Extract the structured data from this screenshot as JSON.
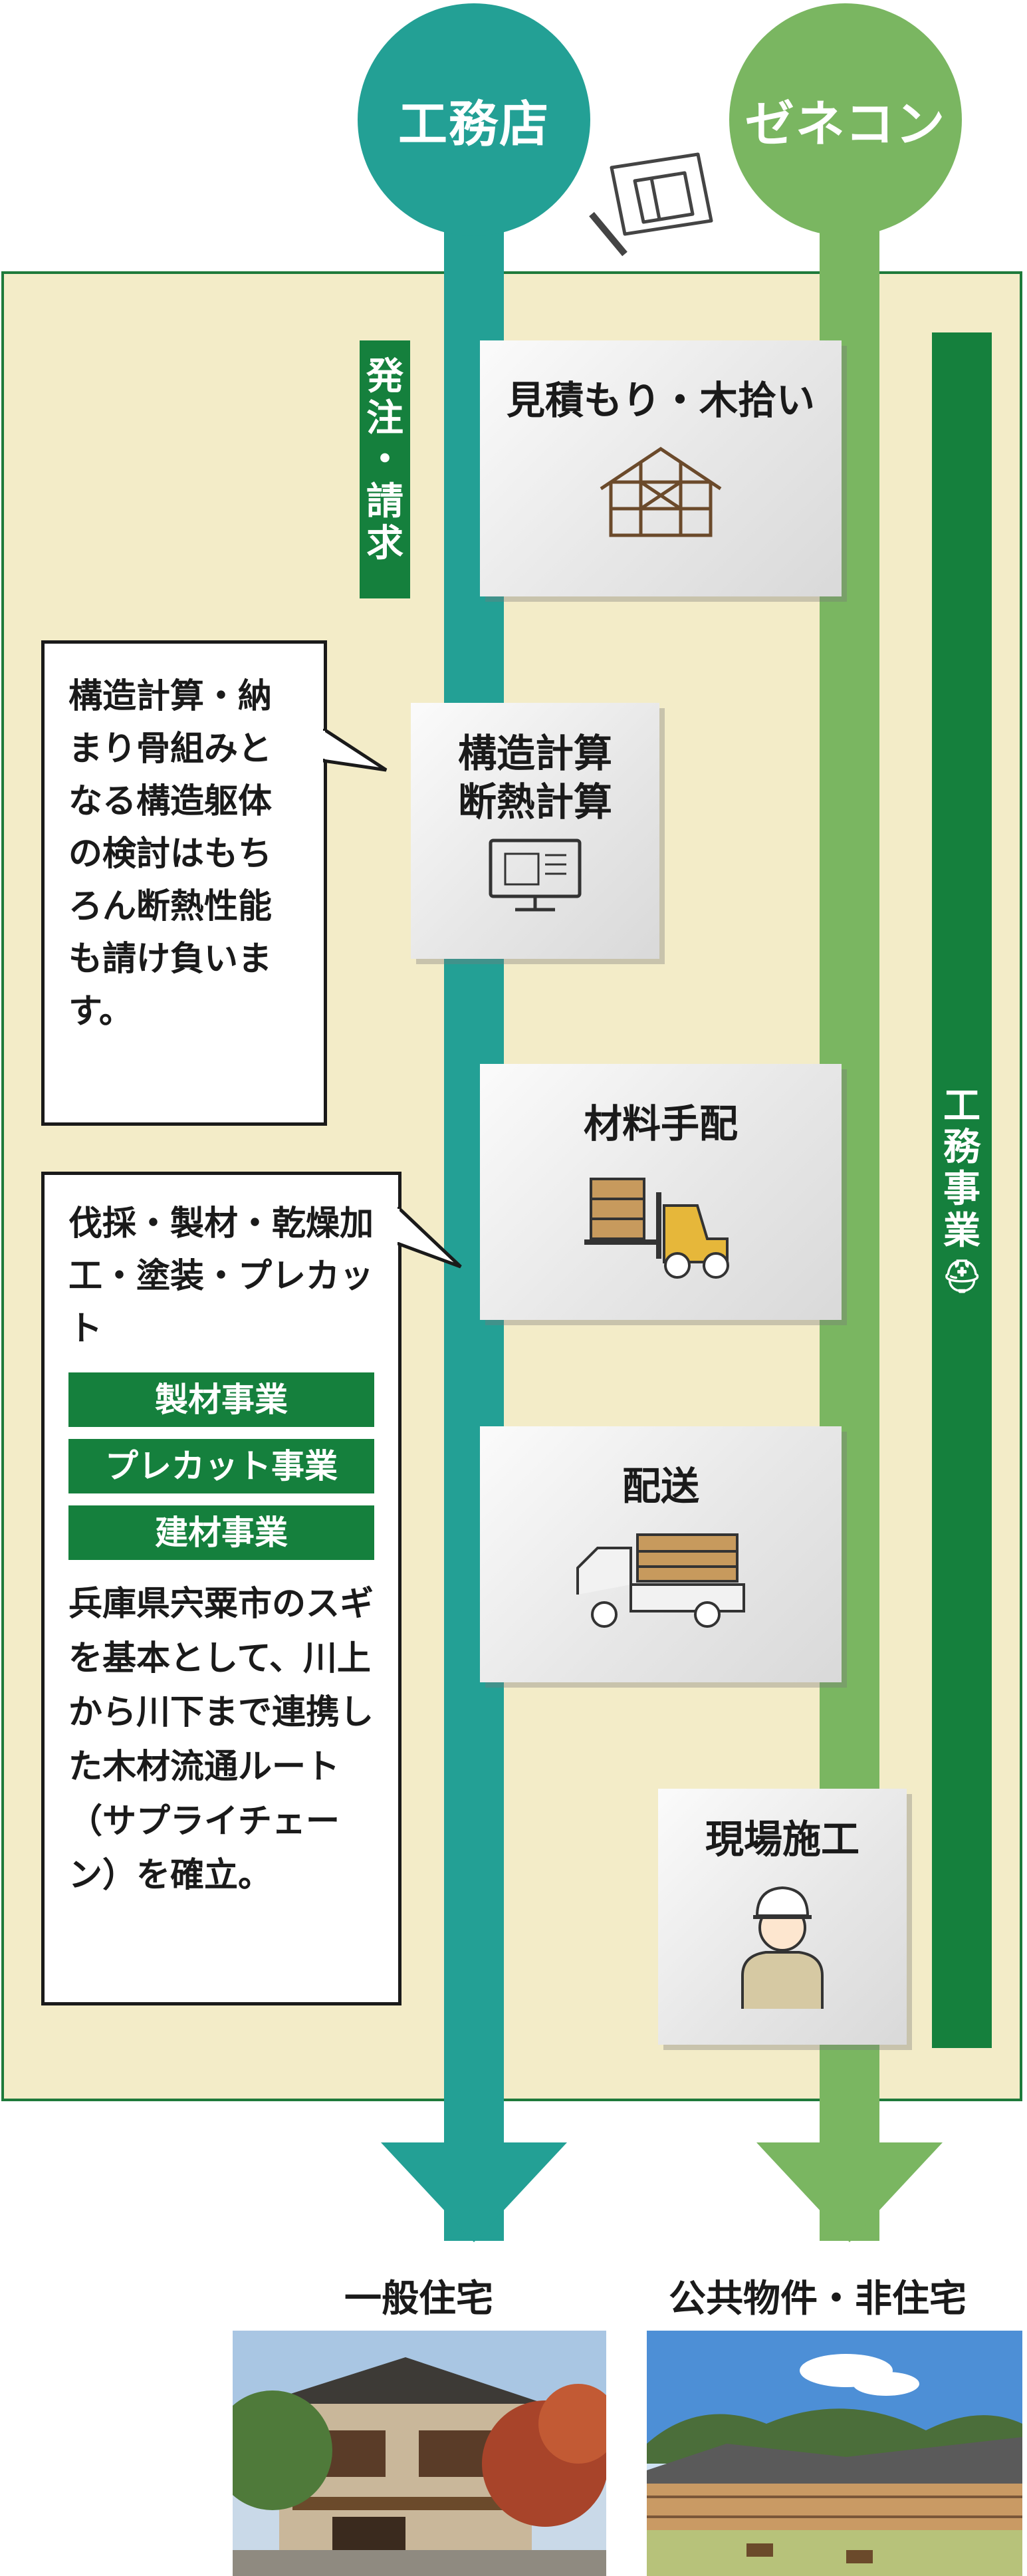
{
  "actors": {
    "left": "工務店",
    "right": "ゼネコン"
  },
  "side_labels": {
    "order_billing": "発注・請求",
    "construction_business": "工務事業"
  },
  "steps": [
    {
      "title": "見積もり・木拾い",
      "icon": "house-frame-icon"
    },
    {
      "title": "構造計算\n断熱計算",
      "icon": "cad-monitor-icon"
    },
    {
      "title": "材料手配",
      "icon": "forklift-icon"
    },
    {
      "title": "配送",
      "icon": "truck-icon"
    },
    {
      "title": "現場施工",
      "icon": "worker-icon"
    }
  ],
  "callouts": {
    "structure": "構造計算・納まり骨組みとなる構造躯体の検討はもちろん断熱性能も請け負います。",
    "supply_header": "伐採・製材・乾燥加工・塗装・プレカット",
    "tags": [
      "製材事業",
      "プレカット事業",
      "建材事業"
    ],
    "supply_body": "兵庫県宍粟市のスギを基本として、川上から川下まで連携した木材流通ルート（サプライチェーン）を確立。"
  },
  "destinations": {
    "left": "一般住宅",
    "right": "公共物件・非住宅"
  },
  "colors": {
    "teal": "#23a095",
    "green": "#7ab661",
    "dark_green": "#15803d",
    "panel": "#f3ecc8"
  }
}
